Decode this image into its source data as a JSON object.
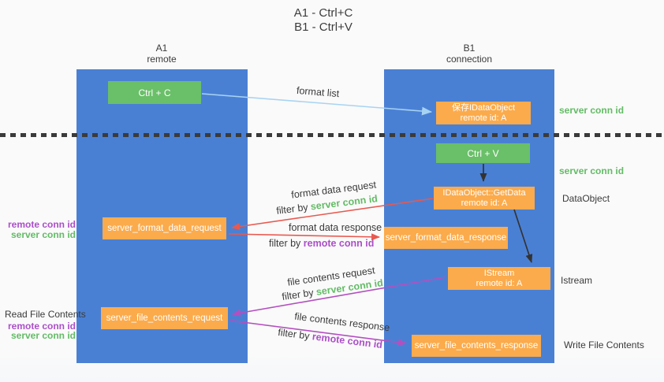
{
  "title": {
    "line1": "A1 - Ctrl+C",
    "line2": "B1 - Ctrl+V"
  },
  "lanes": {
    "left": {
      "name": "A1",
      "role": "remote"
    },
    "right": {
      "name": "B1",
      "role": "connection"
    }
  },
  "boxes": {
    "ctrl_c": {
      "label": "Ctrl + C"
    },
    "ctrl_v": {
      "label": "Ctrl + V"
    },
    "save_idataobject": {
      "line1": "保存IDataObject",
      "line2": "remote id: A"
    },
    "getdata": {
      "line1": "IDataObject::GetData",
      "line2": "remote id: A"
    },
    "istream": {
      "line1": "IStream",
      "line2": "remote id: A"
    },
    "server_format_data_request": {
      "label": "server_format_data_request"
    },
    "server_format_data_response": {
      "label": "server_format_data_response"
    },
    "server_file_contents_request": {
      "label": "server_file_contents_request"
    },
    "server_file_contents_response": {
      "label": "server_file_contents_response"
    }
  },
  "side_labels": {
    "right_server_conn_id_top": "server conn id",
    "right_server_conn_id_mid": "server conn id",
    "dataobject": "DataObject",
    "istream": "Istream",
    "write_file_contents": "Write File Contents",
    "left_remote_conn_id_top": "remote conn id",
    "left_server_conn_id_top": "server conn id",
    "read_file_contents": "Read File Contents",
    "left_remote_conn_id_bottom": "remote conn id",
    "left_server_conn_id_bottom": "server conn id"
  },
  "arrow_labels": {
    "format_list": "format list",
    "format_data_request": "format data request",
    "format_data_request_filter": {
      "prefix": "filter by ",
      "key": "server conn id"
    },
    "format_data_response": "format data response",
    "format_data_response_filter": {
      "prefix": "filter by ",
      "key": "remote conn id"
    },
    "file_contents_request": "file contents request",
    "file_contents_request_filter": {
      "prefix": "filter by ",
      "key": "server conn id"
    },
    "file_contents_response": "file contents response",
    "file_contents_response_filter": {
      "prefix": "filter by ",
      "key": "remote conn id"
    }
  },
  "colors": {
    "lane_blue": "#4a80d4",
    "box_green": "#6abf69",
    "box_orange": "#fbab4c",
    "text_green": "#63bb66",
    "text_purple": "#ab4fc8",
    "arrow_red": "#e8594f",
    "arrow_magenta": "#b44fc0",
    "arrow_blue": "#a7d3f2",
    "arrow_black": "#333333",
    "text_dark": "#3a3a3a"
  }
}
